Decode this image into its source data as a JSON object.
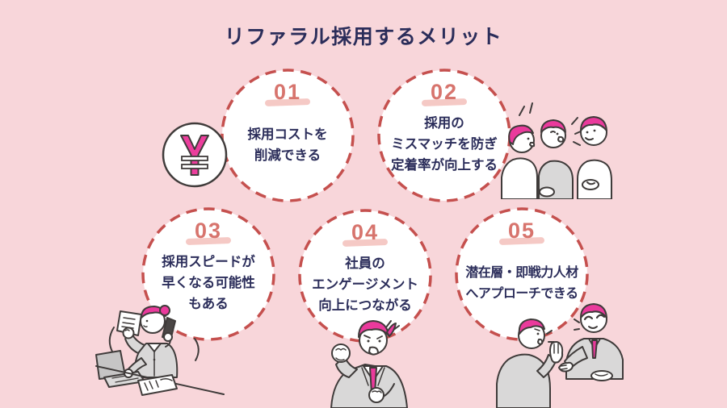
{
  "title": "リファラル採用するメリット",
  "colors": {
    "background": "#f8d6da",
    "heading": "#2b2d5a",
    "number": "#d7746d",
    "underline": "#f2b7b1",
    "dash": "#c5504e",
    "circle-fill": "#ffffff",
    "hair": "#ea3a9c",
    "suit": "#d9d8d8",
    "outline": "#3f3b3a"
  },
  "benefits": [
    {
      "number": "01",
      "lines": [
        "採用コストを",
        "削減できる"
      ]
    },
    {
      "number": "02",
      "lines": [
        "採用の",
        "ミスマッチを防ぎ",
        "定着率が向上する"
      ]
    },
    {
      "number": "03",
      "lines": [
        "採用スピードが",
        "早くなる可能性",
        "もある"
      ]
    },
    {
      "number": "04",
      "lines": [
        "社員の",
        "エンゲージメント",
        "向上につながる"
      ]
    },
    {
      "number": "05",
      "lines": [
        "潜在層・即戦力人材",
        "へアプローチできる"
      ]
    }
  ],
  "illustrations": {
    "yen_coin": "yen-coin-icon",
    "top_right": "colleagues-chatting-illustration",
    "bottom_left": "busy-recruiter-illustration",
    "bottom_center": "motivated-employee-illustration",
    "bottom_right": "referral-talk-illustration"
  }
}
